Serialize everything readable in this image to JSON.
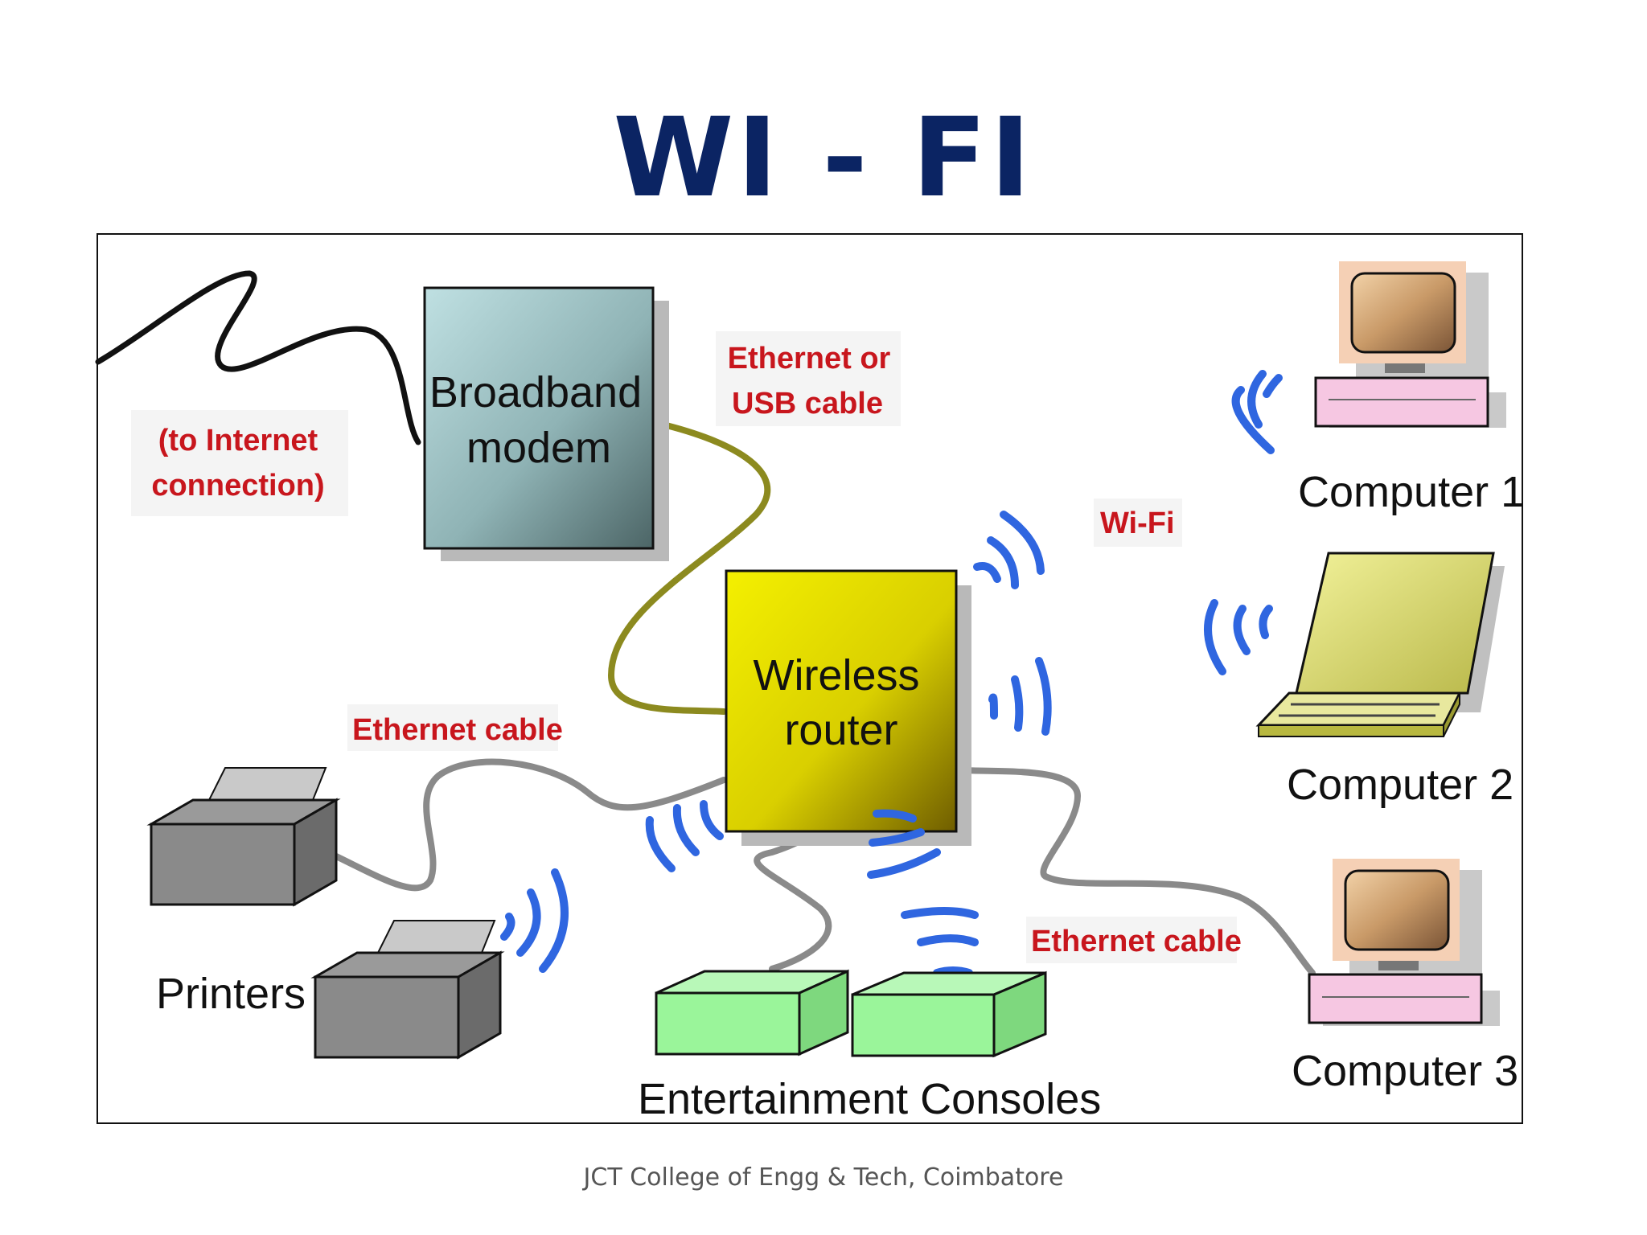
{
  "slide": {
    "title": "WI - FI",
    "footer": "JCT College of Engg & Tech, Coimbatore"
  },
  "diagram": {
    "nodes": {
      "modem": {
        "line1": "Broadband",
        "line2": "modem"
      },
      "router": {
        "line1": "Wireless",
        "line2": "router"
      },
      "computer_1": "Computer 1",
      "computer_2": "Computer 2",
      "computer_3": "Computer 3",
      "printers": "Printers",
      "consoles": "Entertainment Consoles"
    },
    "edge_labels": {
      "internet": {
        "line1": "(to Internet",
        "line2": "connection)"
      },
      "modem_router": {
        "line1": "Ethernet or",
        "line2": "USB cable"
      },
      "wifi": "Wi-Fi",
      "ethernet_printer": "Ethernet cable",
      "ethernet_computer3": "Ethernet cable"
    }
  },
  "colors": {
    "title": "#0b2463",
    "label_red": "#c8161d",
    "wifi_waves": "#2f66e0",
    "cable_gray": "#8a8a8a",
    "cable_olive": "#8c8a1f",
    "modem_fill": "#8fb3b5",
    "router_fill": "#e8e000",
    "console_fill": "#9af59a",
    "printer_fill": "#8c8c8c",
    "footer": "#555555"
  },
  "icons": [
    "wifi-waves-icon",
    "printer-icon",
    "desktop-computer-icon",
    "laptop-icon",
    "console-icon"
  ]
}
